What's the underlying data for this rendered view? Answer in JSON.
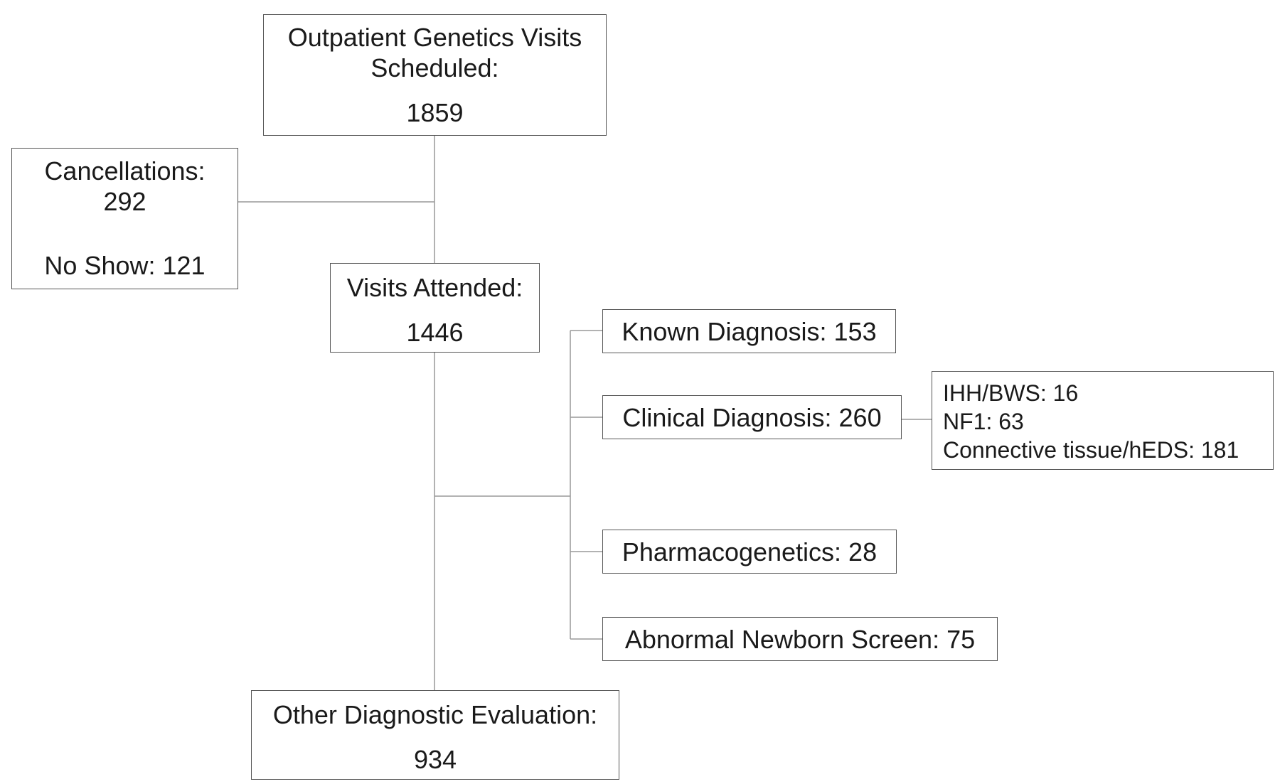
{
  "nodes": {
    "scheduled": {
      "title_line1": "Outpatient Genetics Visits",
      "title_line2": "Scheduled:",
      "value": "1859"
    },
    "cancellations": {
      "label": "Cancellations:",
      "value": "292",
      "no_show": "No Show: 121"
    },
    "attended": {
      "title": "Visits Attended:",
      "value": "1446"
    },
    "known_diagnosis": {
      "label": "Known Diagnosis: 153"
    },
    "clinical_diagnosis": {
      "label": "Clinical Diagnosis: 260"
    },
    "clinical_breakdown": {
      "items": [
        "IHH/BWS: 16",
        "NF1: 63",
        "Connective tissue/hEDS: 181"
      ]
    },
    "pharmacogenetics": {
      "label": "Pharmacogenetics: 28"
    },
    "newborn_screen": {
      "label": "Abnormal Newborn Screen: 75"
    },
    "other_evaluation": {
      "title": "Other Diagnostic Evaluation:",
      "value": "934"
    }
  },
  "colors": {
    "line": "#999999",
    "border": "#555555",
    "text": "#1a1a1a"
  }
}
